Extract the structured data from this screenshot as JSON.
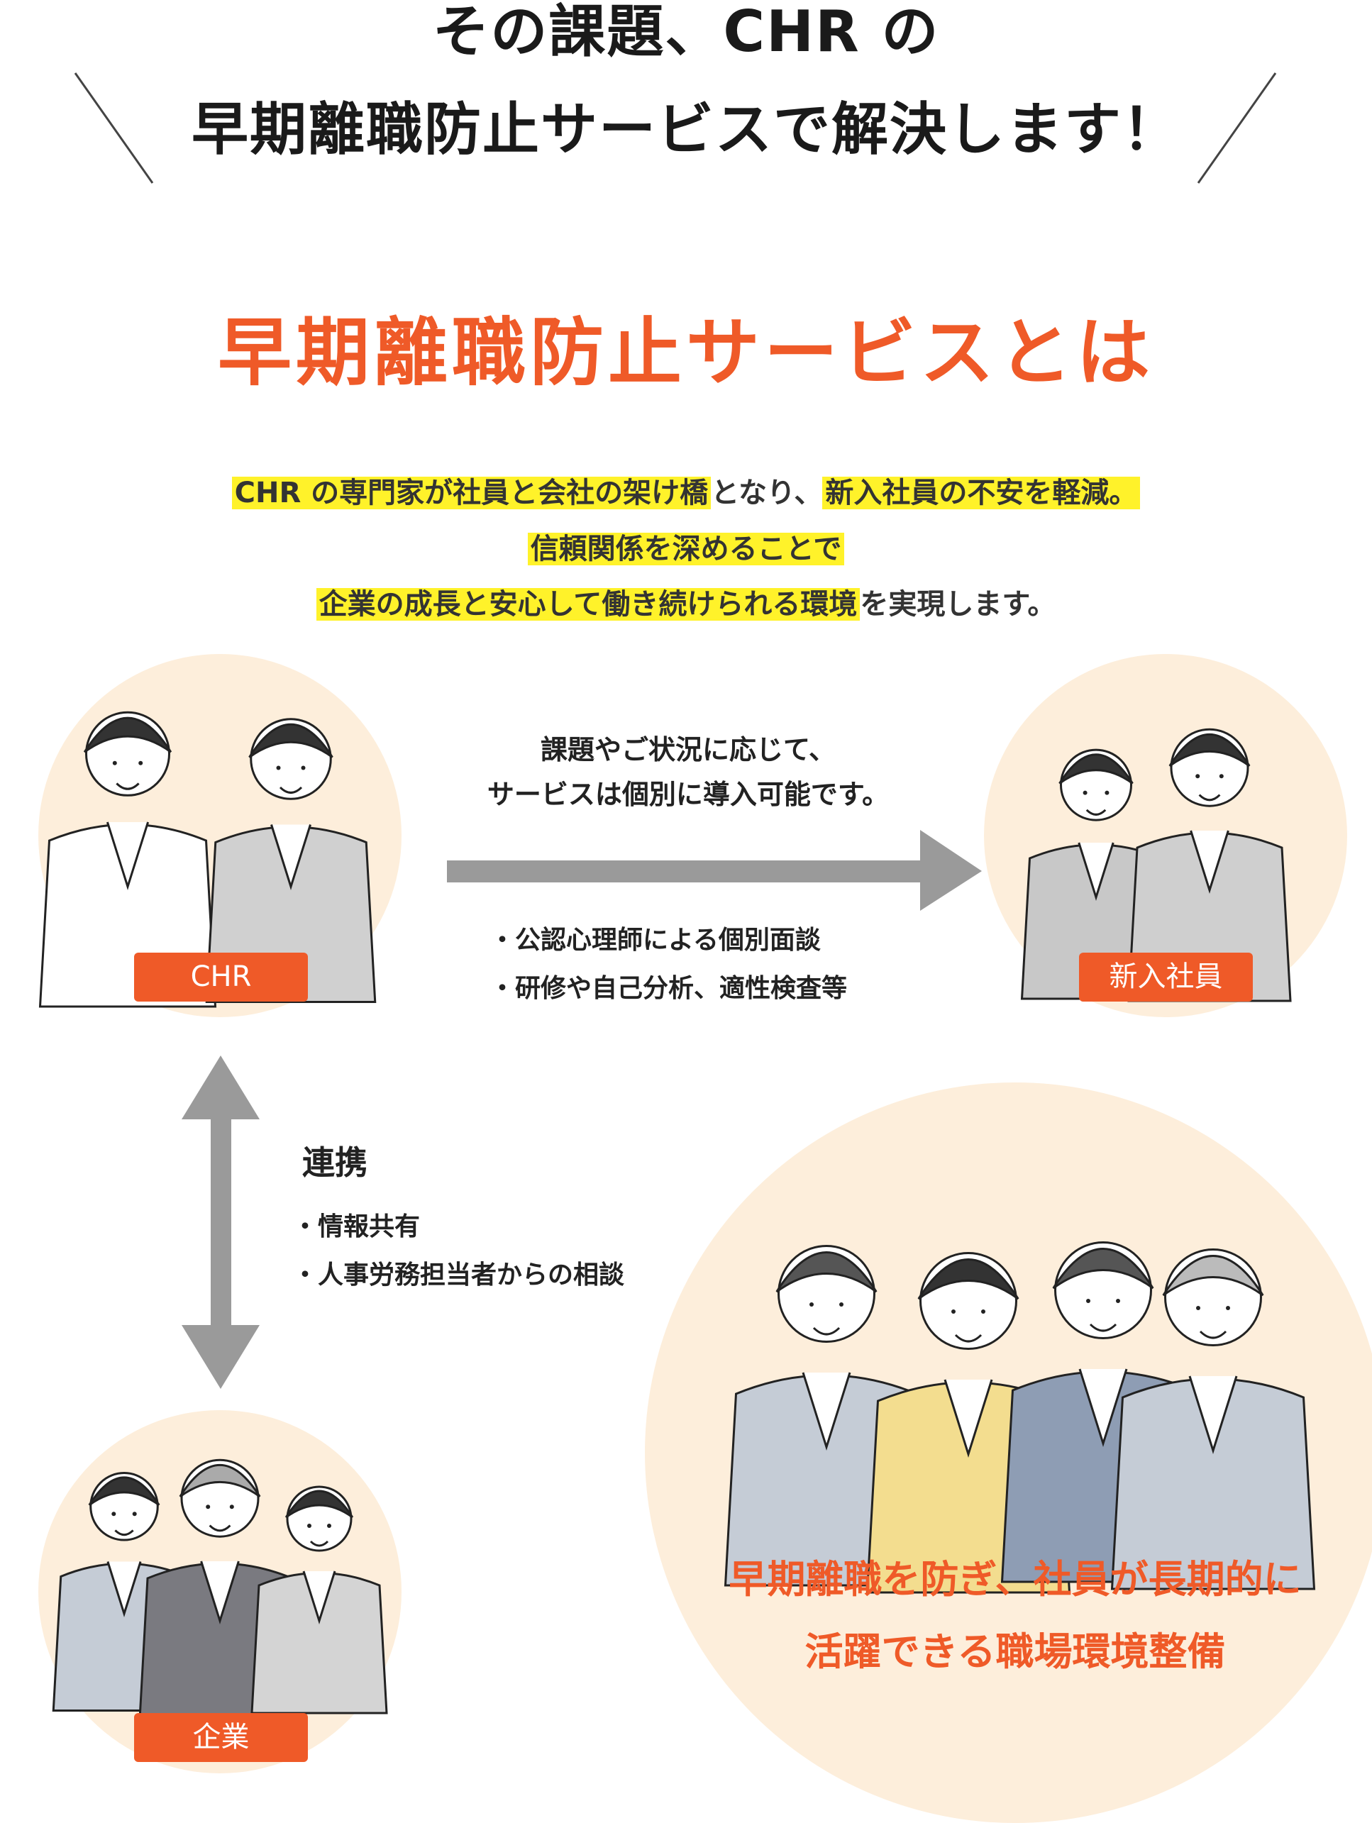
{
  "header": {
    "line1": "その課題、CHR の",
    "line2": "早期離職防止サービスで解決します！"
  },
  "section_heading": "早期離職防止サービスとは",
  "intro": {
    "line1_hl1": "CHR の専門家が社員と会社の架け橋",
    "line1_plain": "となり、",
    "line1_hl2": "新入社員の不安を軽減。",
    "line2_hl": "信頼関係を深めることで",
    "line3_hl": "企業の成長と安心して働き続けられる環境",
    "line3_plain": "を実現します。"
  },
  "diagram": {
    "chr_label": "CHR",
    "new_employee_label": "新入社員",
    "company_label": "企業",
    "service_note_line1": "課題やご状況に応じて、",
    "service_note_line2": "サービスは個別に導入可能です。",
    "service_items": [
      "・公認心理師による個別面談",
      "・研修や自己分析、適性検査等"
    ],
    "cooperation_title": "連携",
    "cooperation_items": [
      "・情報共有",
      "・人事労務担当者からの相談"
    ],
    "goal_line1": "早期離職を防ぎ、社員が長期的に",
    "goal_line2": "活躍できる職場環境整備"
  },
  "colors": {
    "accent": "#ef5a28",
    "highlight": "#fff22a",
    "circle": "#fdeedb",
    "arrow": "#9a9a9a"
  }
}
